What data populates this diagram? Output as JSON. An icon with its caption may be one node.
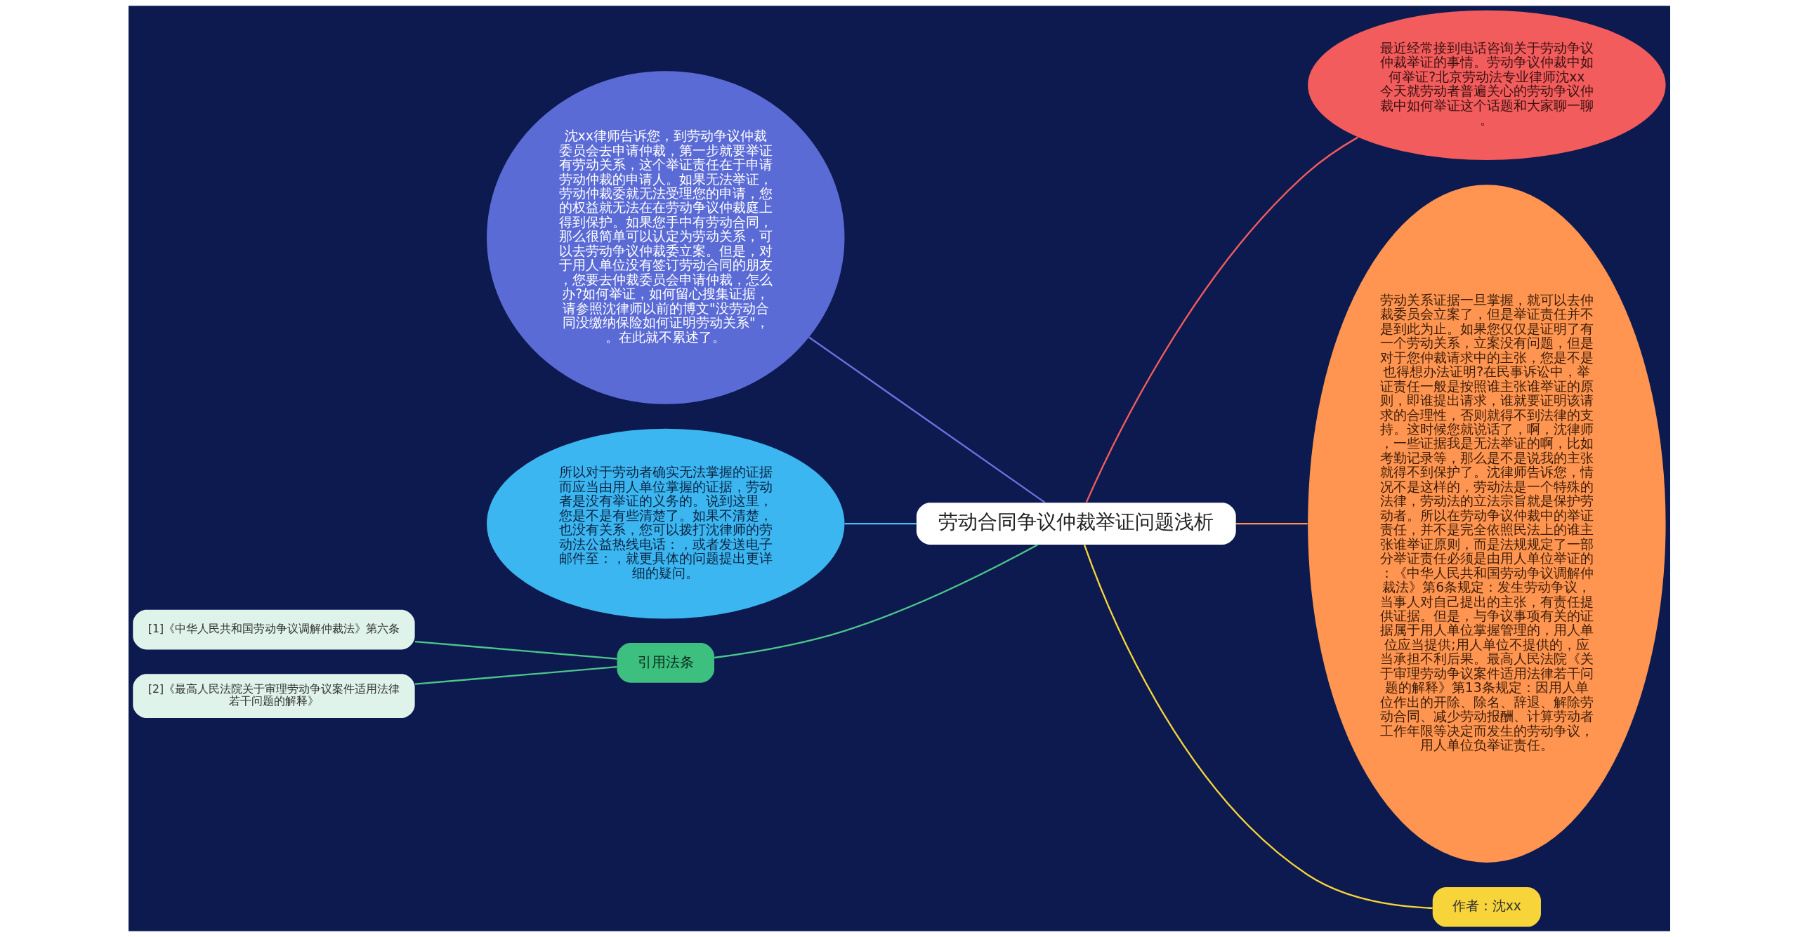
{
  "diagram": {
    "nodes": [
      {
        "text": [
          "劳动合同争议仲裁举证问题浅析"
        ]
      },
      {
        "text": [
          "最近经常接到电话咨询关于劳动争议仲裁举证的事情。劳动争议仲裁中如何举证?北京劳动法专业律师沈xx今天就劳动者普遍关心的劳动争议仲裁中如何举证这个话题和大家聊一聊。"
        ]
      },
      {
        "text": [
          "沈xx律师告诉您，到劳动争议仲裁委员会去申请仲裁，第一步就要举证有劳动关系，这个举证责任在于申请劳动仲裁的申请人。如果无法举证，劳动仲裁委就无法受理您的申请，您的权益就无法在在劳动争议仲裁庭上得到保护。如果您手中有劳动合同，那么很简单可以认定为劳动关系，可以去劳动争议仲裁委立案。但是，对于用人单位没有签订劳动合同的朋友，您要去仲裁委员会申请仲裁，怎么办?如何举证，如何留心搜集证据，请参照沈律师以前的博文\"没劳动合同没缴纳保险如何证明劳动关系\"，。在此就不累述了。"
        ]
      },
      {
        "text": [
          "劳动关系证据一旦掌握，就可以去仲裁委员会立案了，但是举证责任并不是到此为止。如果您仅仅是证明了有一个劳动关系，立案没有问题，但是对于您仲裁请求中的主张，您是不是也得想办法证明?在民事诉讼中，举证责任一般是按照谁主张谁举证的原则，即谁提出请求，谁就要证明该请求的合理性，否则就得不到法律的支持。这时候您就说话了，啊，沈律师，一些证据我是无法举证的啊，比如考勤记录等，那么是不是说我的主张就得不到保护了。沈律师告诉您，情况不是这样的，劳动法是一个特殊的法律，劳动法的立法宗旨就是保护劳动者。所以在劳动争议仲裁中的举证责任，并不是完全依照民法上的谁主张谁举证原则，而是法规规定了一部分举证责任必须是由用人单位举证的：《中华人民共和国劳动争议调解仲裁法》第6条规定：发生劳动争议，当事人对自己提出的主张，有责任提供证据。但是，与争议事项有关的证据属于用人单位掌握管理的，用人单位应当提供;用人单位不提供的，应当承担不利后果。最高人民法院《关于审理劳动争议案件适用法律若干问题的解释》第13条规定：因用人单位作出的开除、除名、辞退、解除劳动合同、减少劳动报酬、计算劳动者工作年限等决定而发生的劳动争议，用人单位负举证责任。"
        ]
      },
      {
        "text": [
          "所以对于劳动者确实无法掌握的证据而应当由用人单位掌握的证据，劳动者是没有举证的义务的。说到这里，您是不是有些清楚了。如果不清楚，也没有关系，您可以拨打沈律师的劳动法公益热线电话：，或者发送电子邮件至：，就更具体的问题提出更详细的疑问。"
        ]
      },
      {
        "text": [
          "引用法条"
        ]
      },
      {
        "text": [
          "[1]《中华人民共和国劳动争议调解仲裁法》第六条"
        ]
      },
      {
        "text": [
          "[2]《最高人民法院关于审理劳动争议案件适用法律若干问题的解释》"
        ]
      },
      {
        "text": [
          "作者：沈xx"
        ]
      }
    ],
    "edges": [
      {
        "from": 0,
        "to": 1,
        "arrow": "none",
        "color": "#f25c5c"
      },
      {
        "from": 0,
        "to": 2,
        "arrow": "none",
        "color": "#6b72e0"
      },
      {
        "from": 0,
        "to": 3,
        "arrow": "none",
        "color": "#ff9550"
      },
      {
        "from": 0,
        "to": 4,
        "arrow": "none",
        "color": "#4bbcf0"
      },
      {
        "from": 0,
        "to": 5,
        "arrow": "none",
        "color": "#4cc68a"
      },
      {
        "from": 5,
        "to": 6,
        "arrow": "none",
        "color": "#4cc68a"
      },
      {
        "from": 5,
        "to": 7,
        "arrow": "none",
        "color": "#4cc68a"
      },
      {
        "from": 0,
        "to": 8,
        "arrow": "none",
        "color": "#f7d43a"
      }
    ]
  }
}
